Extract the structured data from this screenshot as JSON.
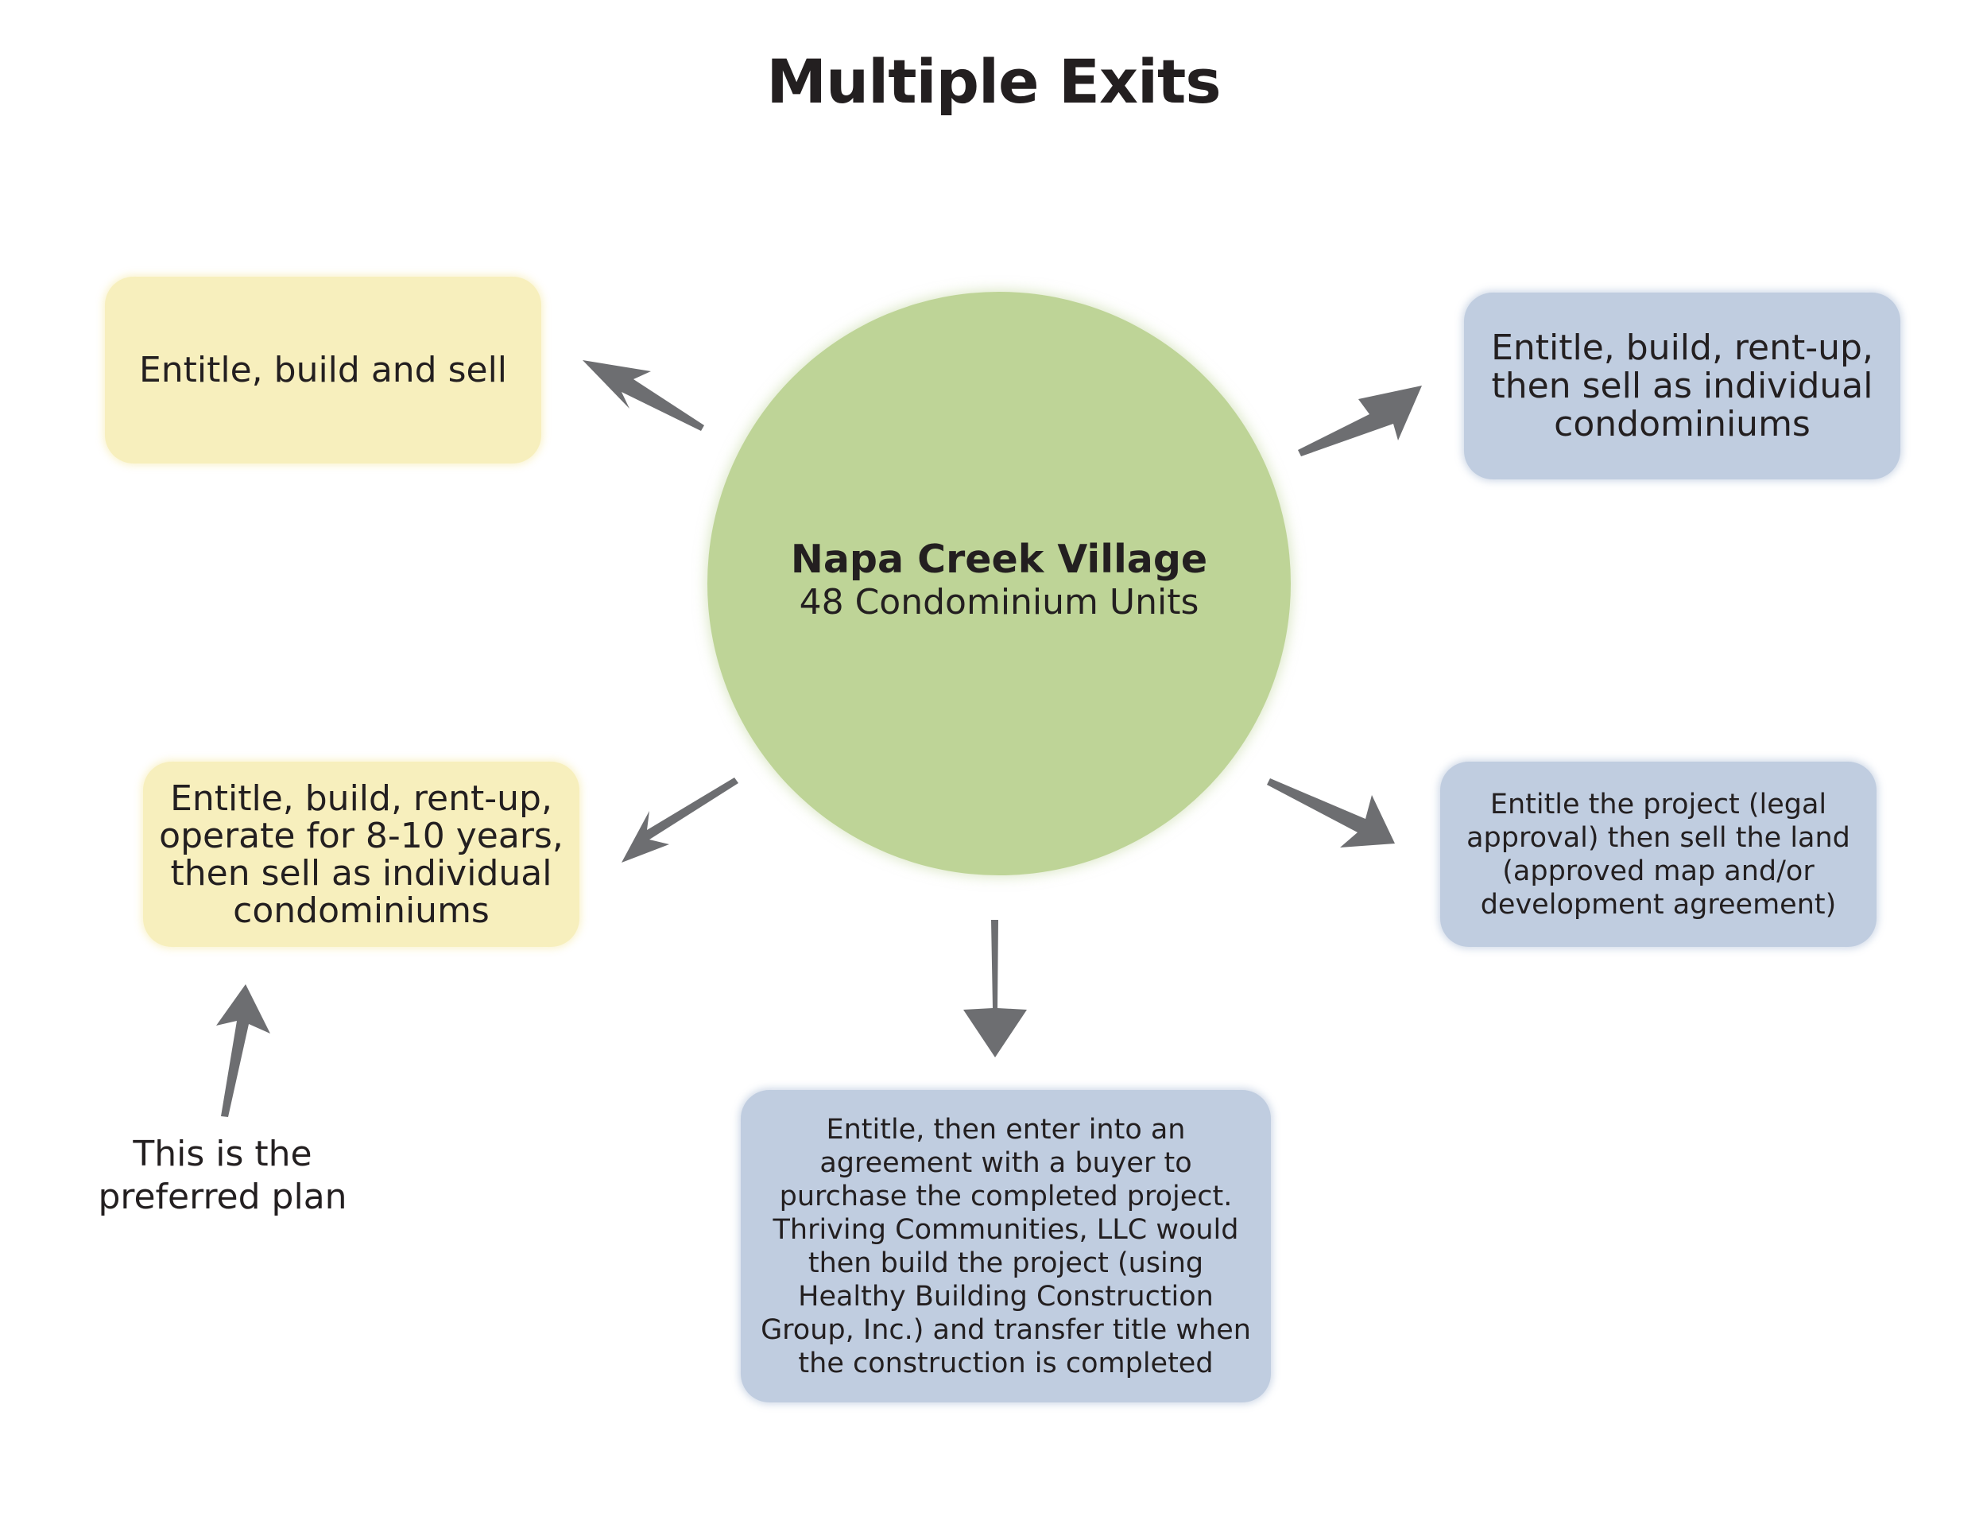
{
  "title": "Multiple Exits",
  "hub": {
    "name": "Napa Creek Village",
    "subtitle": "48 Condominium Units"
  },
  "exits": {
    "top_left": "Entitle, build and sell",
    "top_right": "Entitle, build, rent-up, then sell as individual condominiums",
    "middle_left": "Entitle, build, rent-up, operate for 8-10 years, then sell as individual condominiums",
    "middle_right": "Entitle the project (legal approval) then sell the land (approved map and/or development agreement)",
    "bottom": "Entitle, then enter into an agreement with a buyer to purchase the completed project. Thriving Communities, LLC would then build the project (using Healthy Building Construction Group, Inc.) and transfer title when the construction is completed"
  },
  "note": "This is the preferred plan",
  "colors": {
    "hub": "#bed497",
    "yellow_box": "#f7efbd",
    "blue_box": "#c0cde0",
    "arrow": "#6d6e71"
  }
}
